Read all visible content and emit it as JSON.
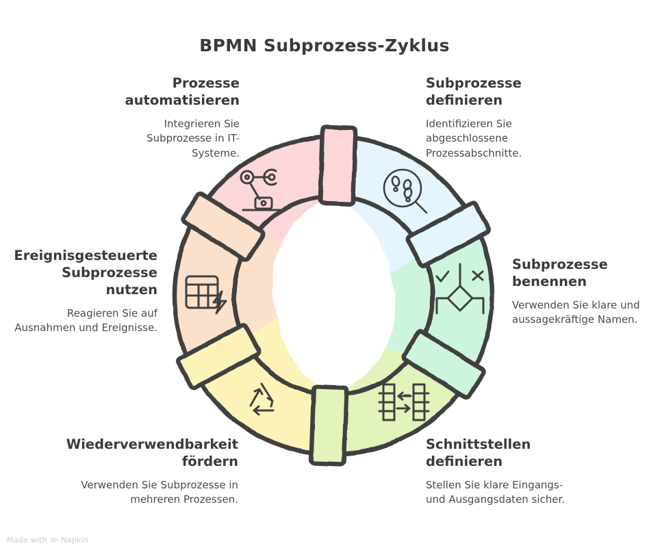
{
  "title": "BPMN Subprozess-Zyklus",
  "watermark": {
    "prefix": "Made with",
    "mark": "≫",
    "brand": "Napkin"
  },
  "colors": {
    "stroke": "#3f3f3f",
    "background": "#ffffff",
    "heading_text": "#3a3a3a",
    "body_text": "#4a4a4a",
    "watermark_text": "#c9c9c9"
  },
  "chart_data": {
    "type": "pie",
    "title": "BPMN Subprozess-Zyklus",
    "subtype": "donut-cycle",
    "segment_count": 6,
    "segment_share_degrees": 60,
    "center": [
      487,
      432
    ],
    "outer_radius": 232,
    "inner_radius": 145,
    "categories": [
      "Subprozesse definieren",
      "Subprozesse benennen",
      "Schnittstellen definieren",
      "Wiederverwendbarkeit fördern",
      "Ereignisgesteuerte Subprozesse nutzen",
      "Prozesse automatisieren"
    ],
    "values": [
      1,
      1,
      1,
      1,
      1,
      1
    ],
    "colors": [
      "#e4f5fd",
      "#cdf5de",
      "#e2f3bb",
      "#fcf3b8",
      "#fbe0cb",
      "#fbd7d9"
    ]
  },
  "segments": [
    {
      "id": "define",
      "heading": "Subprozesse\ndefinieren",
      "heading_line1": "Subprozesse",
      "heading_line2": "definieren",
      "body": "Identifizieren Sie abgeschlossene Prozessabschnitte.",
      "body_line1": "Identifizieren Sie",
      "body_line2": "abgeschlossene",
      "body_line3": "Prozessabschnitte.",
      "color": "#e4f5fd",
      "icon": "magnifier-footprints-icon",
      "start_deg": -88,
      "end_deg": -28,
      "align": "left"
    },
    {
      "id": "name",
      "heading_line1": "Subprozesse",
      "heading_line2": "benennen",
      "body_line1": "Verwenden Sie klare",
      "body_line2": "und aussagekräftige",
      "body_line3": "Namen.",
      "color": "#cdf5de",
      "icon": "gateway-check-x-icon",
      "start_deg": -28,
      "end_deg": 32,
      "align": "left"
    },
    {
      "id": "interface",
      "heading_line1": "Schnittstellen",
      "heading_line2": "definieren",
      "body_line1": "Stellen Sie klare",
      "body_line2": "Eingangs- und",
      "body_line3": "Ausgangsdaten sicher.",
      "color": "#e2f3bb",
      "icon": "data-exchange-icon",
      "start_deg": 32,
      "end_deg": 92,
      "align": "left"
    },
    {
      "id": "reuse",
      "heading_line1": "Wiederverwendbarkeit",
      "heading_line2": "fördern",
      "body_line1": "Verwenden Sie",
      "body_line2": "Subprozesse in",
      "body_line3": "mehreren Prozessen.",
      "color": "#fcf3b8",
      "icon": "recycle-icon",
      "start_deg": 92,
      "end_deg": 152,
      "align": "right"
    },
    {
      "id": "event",
      "heading_line1": "Ereignisgesteuerte",
      "heading_line2": "Subprozesse",
      "heading_line3": "nutzen",
      "body_line1": "Reagieren Sie auf",
      "body_line2": "Ausnahmen und",
      "body_line3": "Ereignisse.",
      "color": "#fbe0cb",
      "icon": "table-bolt-icon",
      "start_deg": 152,
      "end_deg": 212,
      "align": "right"
    },
    {
      "id": "automate",
      "heading_line1": "Prozesse",
      "heading_line2": "automatisieren",
      "body_line1": "Integrieren Sie",
      "body_line2": "Subprozesse in IT-",
      "body_line3": "Systeme.",
      "color": "#fbd7d9",
      "icon": "robot-arm-icon",
      "start_deg": 212,
      "end_deg": 272,
      "align": "right"
    }
  ]
}
